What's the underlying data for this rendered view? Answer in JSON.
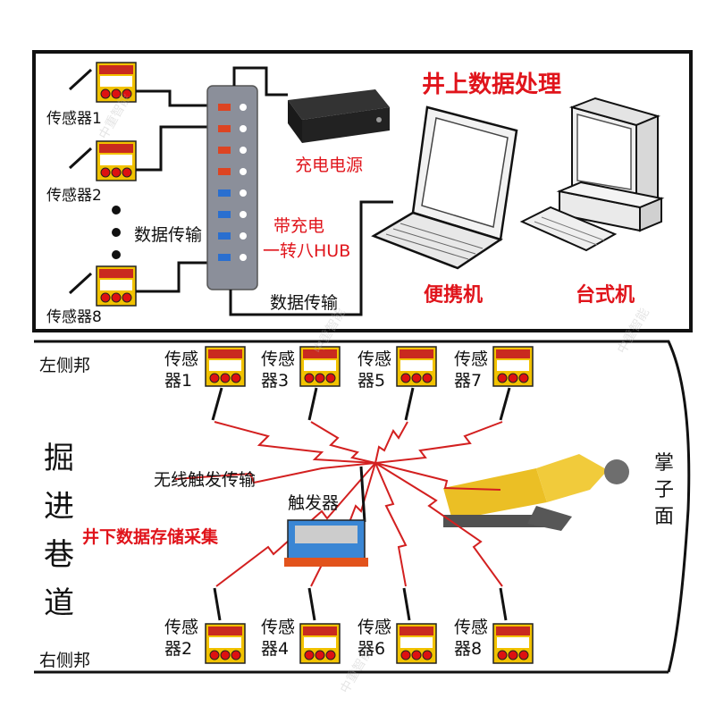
{
  "top": {
    "title": "井上数据处理",
    "charger": "充电电源",
    "data_transfer_left": "数据传输",
    "hub_line1": "带充电",
    "hub_line2": "一转八HUB",
    "data_transfer_bottom": "数据传输",
    "laptop": "便携机",
    "desktop": "台式机",
    "sensors": [
      "传感器1",
      "传感器2",
      "传感器8"
    ]
  },
  "bottom": {
    "left_side": "左侧邦",
    "right_side": "右侧邦",
    "tunnel": [
      "掘",
      "进",
      "巷",
      "道"
    ],
    "face": [
      "掌",
      "子",
      "面"
    ],
    "wireless": "无线触发传输",
    "trigger": "触发器",
    "storage": "井下数据存储采集",
    "top_sensors": [
      {
        "l1": "传感",
        "l2": "器1"
      },
      {
        "l1": "传感",
        "l2": "器3"
      },
      {
        "l1": "传感",
        "l2": "器5"
      },
      {
        "l1": "传感",
        "l2": "器7"
      }
    ],
    "bottom_sensors": [
      {
        "l1": "传感",
        "l2": "器2"
      },
      {
        "l1": "传感",
        "l2": "器4"
      },
      {
        "l1": "传感",
        "l2": "器6"
      },
      {
        "l1": "传感",
        "l2": "器8"
      }
    ]
  },
  "watermark": "中重智能",
  "colors": {
    "accent": "#e0141b",
    "sensor_body": "#f2c200",
    "hub": "#8b8f9a"
  }
}
